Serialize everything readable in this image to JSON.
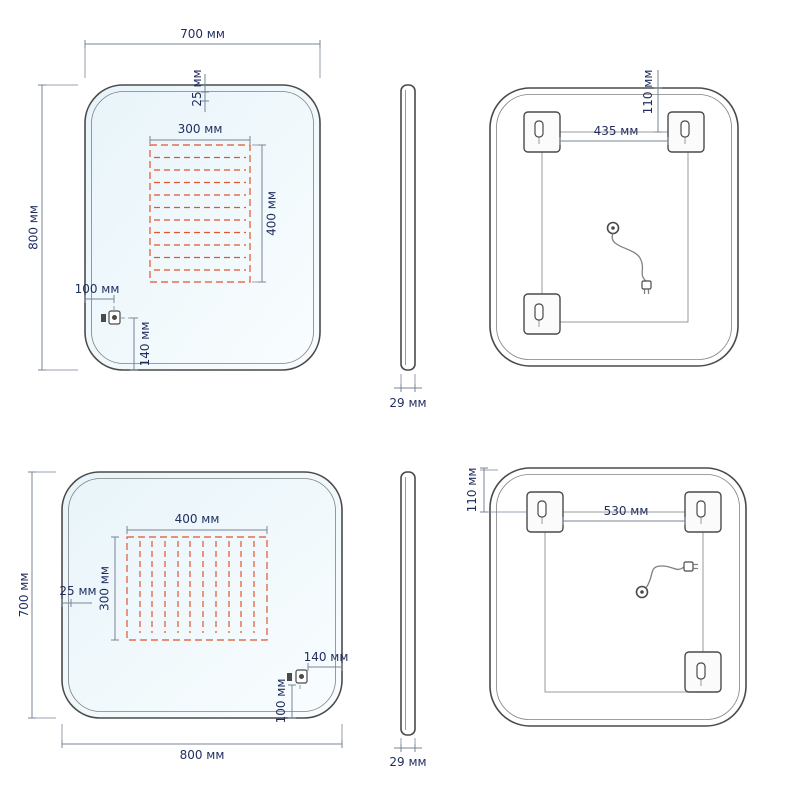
{
  "colors": {
    "outline": "#4a4a4a",
    "dimension_line": "#7a8496",
    "dimension_text": "#1f2d5e",
    "heater_pattern": "#e0562e",
    "mirror_tint": "#e8f4fa"
  },
  "views": {
    "front_portrait": {
      "width": "700 мм",
      "height": "800 мм",
      "led_inset": "25 мм",
      "heater_width": "300 мм",
      "heater_height": "400 мм",
      "sensor_from_left": "100 мм",
      "sensor_from_bottom": "140 мм"
    },
    "side_top": {
      "thickness": "29 мм"
    },
    "back_portrait": {
      "bracket_span": "435 мм",
      "bracket_inset": "110 мм"
    },
    "front_landscape": {
      "width": "800 мм",
      "height": "700 мм",
      "led_inset": "25 мм",
      "heater_width": "400 мм",
      "heater_height": "300 мм",
      "sensor_from_right": "140 мм",
      "sensor_from_bottom": "100 мм"
    },
    "side_bottom": {
      "thickness": "29 мм"
    },
    "back_landscape": {
      "bracket_span": "530 мм",
      "bracket_inset": "110 мм"
    }
  }
}
